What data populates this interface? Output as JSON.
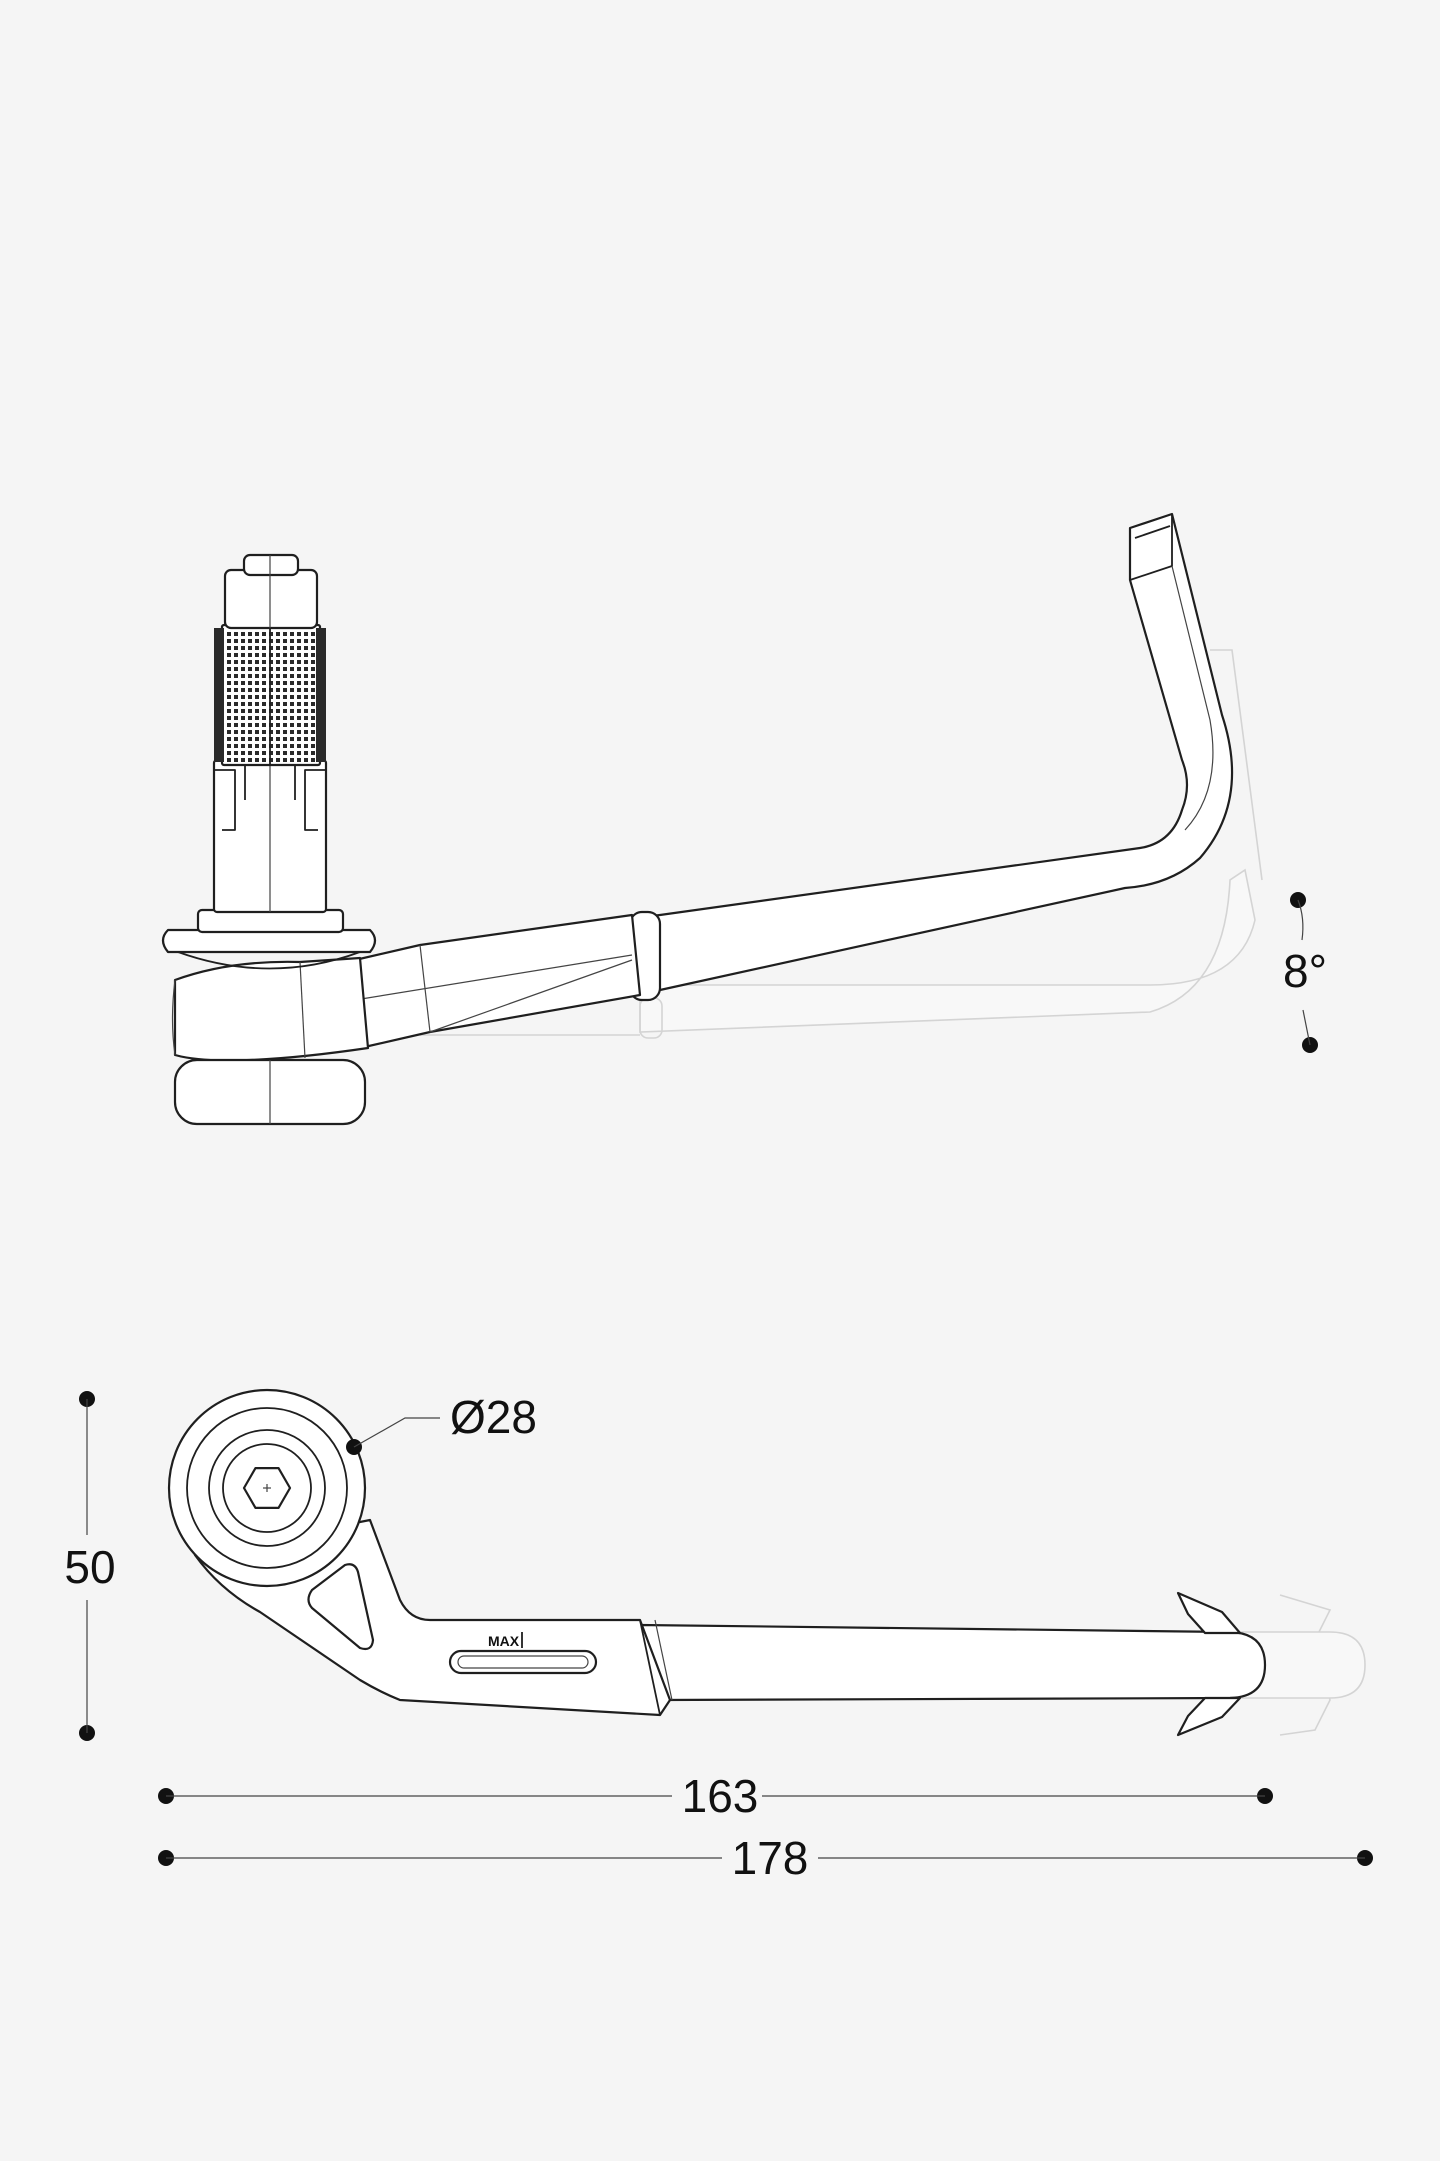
{
  "dimensions": {
    "angle_label": "8°",
    "diameter_label": "Ø28",
    "height_label": "50",
    "length_inner_label": "163",
    "length_outer_label": "178",
    "max_mark_label": "MAX"
  },
  "colors": {
    "background": "#f5f5f5",
    "outline": "#1f1f1f",
    "ghost_outline": "#d4d4d4",
    "part_fill": "#ffffff"
  }
}
